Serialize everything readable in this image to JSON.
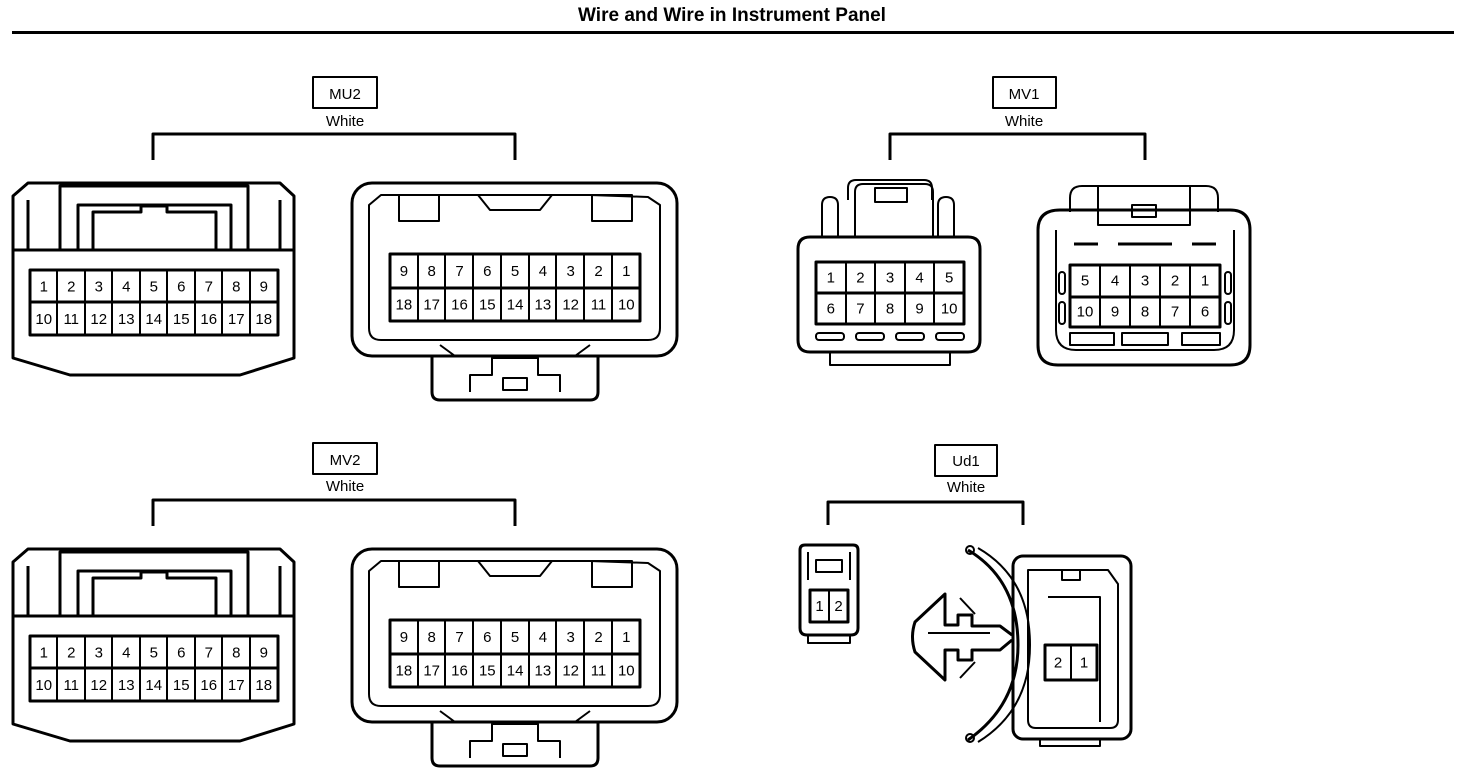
{
  "title": "Wire and Wire in Instrument Panel",
  "colors": {
    "line": "#000000",
    "background": "#ffffff"
  },
  "connectors": [
    {
      "id": "MU2",
      "color_label": "White",
      "female_pins": [
        [
          "1",
          "2",
          "3",
          "4",
          "5",
          "6",
          "7",
          "8",
          "9"
        ],
        [
          "10",
          "11",
          "12",
          "13",
          "14",
          "15",
          "16",
          "17",
          "18"
        ]
      ],
      "male_pins": [
        [
          "9",
          "8",
          "7",
          "6",
          "5",
          "4",
          "3",
          "2",
          "1"
        ],
        [
          "18",
          "17",
          "16",
          "15",
          "14",
          "13",
          "12",
          "11",
          "10"
        ]
      ]
    },
    {
      "id": "MV1",
      "color_label": "White",
      "female_pins": [
        [
          "1",
          "2",
          "3",
          "4",
          "5"
        ],
        [
          "6",
          "7",
          "8",
          "9",
          "10"
        ]
      ],
      "male_pins": [
        [
          "5",
          "4",
          "3",
          "2",
          "1"
        ],
        [
          "10",
          "9",
          "8",
          "7",
          "6"
        ]
      ]
    },
    {
      "id": "MV2",
      "color_label": "White",
      "female_pins": [
        [
          "1",
          "2",
          "3",
          "4",
          "5",
          "6",
          "7",
          "8",
          "9"
        ],
        [
          "10",
          "11",
          "12",
          "13",
          "14",
          "15",
          "16",
          "17",
          "18"
        ]
      ],
      "male_pins": [
        [
          "9",
          "8",
          "7",
          "6",
          "5",
          "4",
          "3",
          "2",
          "1"
        ],
        [
          "18",
          "17",
          "16",
          "15",
          "14",
          "13",
          "12",
          "11",
          "10"
        ]
      ]
    },
    {
      "id": "Ud1",
      "color_label": "White",
      "female_pins": [
        [
          "1",
          "2"
        ]
      ],
      "male_pins": [
        [
          "2",
          "1"
        ]
      ]
    }
  ]
}
